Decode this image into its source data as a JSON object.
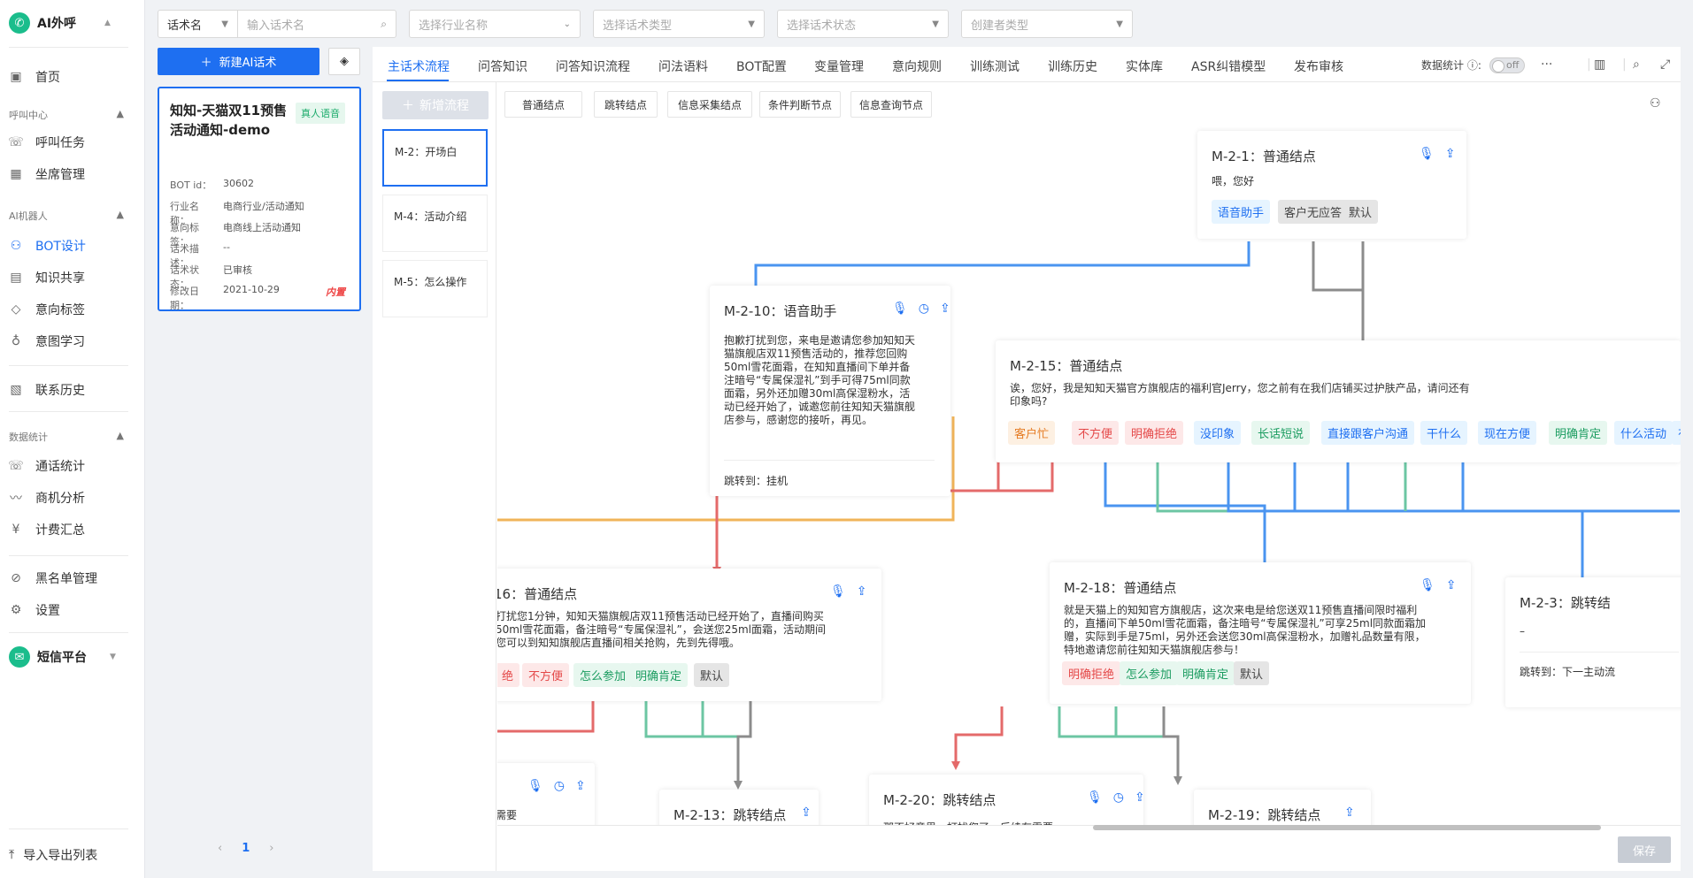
{
  "app": {
    "name": "AI外呼",
    "sms_platform": "短信平台"
  },
  "sidebar": {
    "items_top": [
      {
        "label": "首页",
        "icon": "dashboard-icon"
      }
    ],
    "sections": [
      {
        "title": "呼叫中心",
        "items": [
          {
            "label": "呼叫任务",
            "icon": "phone-icon"
          },
          {
            "label": "坐席管理",
            "icon": "grid-icon"
          }
        ]
      },
      {
        "title": "AI机器人",
        "items": [
          {
            "label": "BOT设计",
            "icon": "bot-icon"
          },
          {
            "label": "知识共享",
            "icon": "book-icon"
          },
          {
            "label": "意向标签",
            "icon": "tag-icon"
          },
          {
            "label": "意图学习",
            "icon": "bulb-icon"
          }
        ]
      },
      {
        "title": "",
        "items": [
          {
            "label": "联系历史",
            "icon": "history-icon"
          }
        ]
      },
      {
        "title": "数据统计",
        "items": [
          {
            "label": "通话统计",
            "icon": "call-stats-icon"
          },
          {
            "label": "商机分析",
            "icon": "chart-icon"
          },
          {
            "label": "计费汇总",
            "icon": "billing-icon"
          }
        ]
      },
      {
        "title": "",
        "items": [
          {
            "label": "黑名单管理",
            "icon": "blacklist-icon"
          },
          {
            "label": "设置",
            "icon": "settings-icon"
          }
        ]
      }
    ],
    "import_export": "导入导出列表"
  },
  "filters": {
    "name_select": "话术名",
    "name_placeholder": "输入话术名",
    "industry_placeholder": "选择行业名称",
    "type_placeholder": "选择话术类型",
    "status_placeholder": "选择话术状态",
    "creator_placeholder": "创建者类型"
  },
  "list": {
    "new_button": "新建AI话术",
    "card": {
      "title": "知知-天猫双11预售活动通知-demo",
      "badge": "真人语音",
      "fields": [
        {
          "k": "BOT id：",
          "v": "30602"
        },
        {
          "k": "行业名称：",
          "v": "电商行业/活动通知"
        },
        {
          "k": "意向标签：",
          "v": "电商线上活动通知"
        },
        {
          "k": "话术描述：",
          "v": "--"
        },
        {
          "k": "话术状态：",
          "v": "已审核"
        },
        {
          "k": "修改日期：",
          "v": "2021-10-29"
        }
      ],
      "builtin": "内置"
    },
    "page": "1"
  },
  "tabs": [
    "主话术流程",
    "问答知识",
    "问答知识流程",
    "问法语料",
    "BOT配置",
    "变量管理",
    "意向规则",
    "训练测试",
    "训练历史",
    "实体库",
    "ASR纠错模型",
    "发布审核"
  ],
  "toolbar": {
    "stat_label": "数据统计",
    "toggle": "off",
    "more": "···"
  },
  "flows": {
    "add": "新增流程",
    "items": [
      "M-2：开场白",
      "M-4：活动介绍",
      "M-5：怎么操作"
    ]
  },
  "node_types": [
    "普通结点",
    "跳转结点",
    "信息采集结点",
    "条件判断节点",
    "信息查询节点"
  ],
  "nodes": {
    "n21": {
      "title": "M-2-1：普通结点",
      "text": "喂，您好",
      "pills": [
        "语音助手",
        "客户无应答",
        "默认"
      ]
    },
    "n210": {
      "title": "M-2-10：语音助手",
      "text": "抱歉打扰到您，来电是邀请您参加知知天猫旗舰店双11预售活动的，推荐您回购50ml雪花面霜，在知知直播间下单并备注暗号“专属保湿礼”到手可得75ml同款面霜，另外还加赠30ml高保湿粉水，活动已经开始了，诚邀您前往知知天猫旗舰店参与，感谢您的接听，再见。",
      "jump": "跳转到：挂机"
    },
    "n215": {
      "title": "M-2-15：普通结点",
      "text": "诶，您好，我是知知天猫官方旗舰店的福利官Jerry，您之前有在我们店铺买过护肤产品，请问还有印象吗?",
      "pills": [
        "客户忙",
        "不方便",
        "明确拒绝",
        "没印象",
        "长话短说",
        "直接跟客户沟通",
        "干什么",
        "现在方便",
        "明确肯定",
        "什么活动",
        "有时"
      ]
    },
    "n216": {
      "title": "16：普通结点",
      "text": "打扰您1分钟，知知天猫旗舰店双11预售活动已经开始了，直播间购买50ml雪花面霜，备注暗号“专属保湿礼”，会送您25ml面霜，活动期间您可以到知知旗舰店直播间相关抢购，先到先得哦。",
      "pills": [
        "绝",
        "不方便",
        "怎么参加",
        "明确肯定",
        "默认"
      ]
    },
    "n218": {
      "title": "M-2-18：普通结点",
      "text": "就是天猫上的知知官方旗舰店，这次来电是给您送双11预售直播间限时福利的，直播间下单50ml雪花面霜，备注暗号“专属保湿礼”可享25ml同款面霜加赠，实际到手是75ml，另外还会送您30ml高保湿粉水，加赠礼品数量有限，特地邀请您前往知知天猫旗舰店参与！",
      "pills": [
        "明确拒绝",
        "怎么参加",
        "明确肯定",
        "默认"
      ]
    },
    "n23": {
      "title": "M-2-3：跳转结",
      "text": "–",
      "jump": "跳转到：下一主动流"
    },
    "n213": {
      "title": "M-2-13：跳转结点"
    },
    "n220": {
      "title": "M-2-20：跳转结点",
      "text": "那不好意思，打扰您了，后续有需要"
    },
    "n219": {
      "title": "M-2-19：跳转结点"
    },
    "partial": {
      "text": "需要"
    }
  },
  "save": "保存",
  "colors": {
    "primary": "#1e6ff1",
    "blue_line": "#3d8ff5",
    "gray_line": "#8a8a8a",
    "red_line": "#e46a6a",
    "orange_line": "#f0b45a",
    "green_line": "#6cc6a3"
  }
}
